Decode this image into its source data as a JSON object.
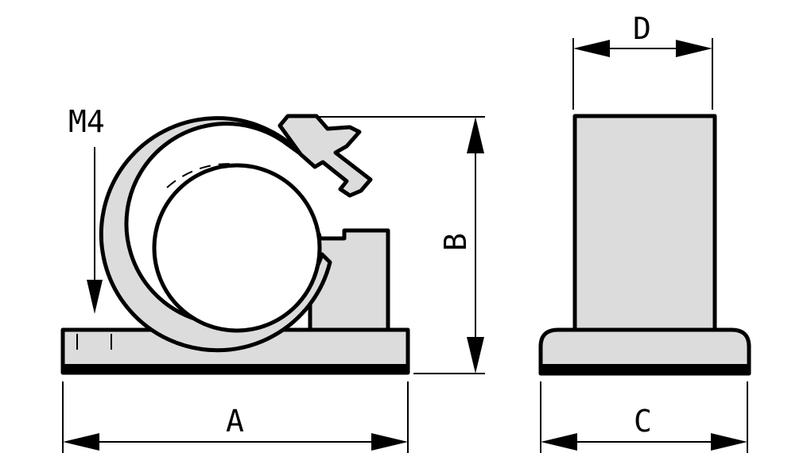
{
  "labels": {
    "m4": "M4",
    "a": "A",
    "b": "B",
    "c": "C",
    "d": "D"
  },
  "colors": {
    "part_fill": "#dcdcdc",
    "stroke": "#000000",
    "background": "#ffffff"
  }
}
